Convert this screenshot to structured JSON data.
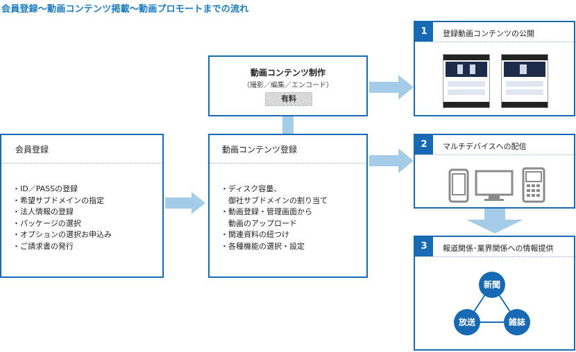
{
  "page_title": "会員登録～動画コンテンツ掲載～動画プロモートまでの流れ",
  "member_registration": {
    "heading": "会員登録",
    "items": [
      "ID／PASSの登録",
      "希望サブドメインの指定",
      "法人情報の登録",
      "パッケージの選択",
      "オプションの選択お申込み",
      "ご請求書の発行"
    ]
  },
  "production": {
    "title": "動画コンテンツ制作",
    "subtitle": "（撮影／編集／エンコード）",
    "badge": "有料"
  },
  "content_registration": {
    "heading": "動画コンテンツ登録",
    "items": [
      "ディスク容量、",
      "御社サブドメインの割り当て",
      "動画登録・管理画面から",
      "動画のアップロード",
      "関連資料の紐つけ",
      "各種機能の選択・設定"
    ]
  },
  "steps": [
    {
      "number": "1",
      "label": "登録動画コンテンツの公開"
    },
    {
      "number": "2",
      "label": "マルチデバイスへの配信"
    },
    {
      "number": "3",
      "label": "報道関係･業界関係への情報提供"
    }
  ],
  "media": [
    "新聞",
    "放送",
    "雑誌"
  ],
  "colors": {
    "accent": "#1769b3",
    "arrow": "#a6cde8",
    "title": "#1a7ac0"
  }
}
